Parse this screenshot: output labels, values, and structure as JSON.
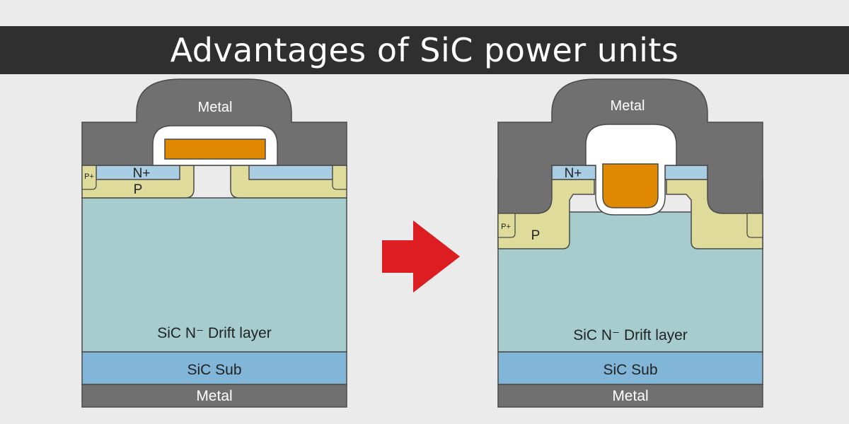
{
  "title": "Advantages of SiC power units",
  "colors": {
    "background": "#ebebeb",
    "banner": "#2f2f2f",
    "metal": "#707070",
    "oxide": "#ffffff",
    "gate": "#e08800",
    "n_plus": "#a9cde3",
    "p_region": "#dfdc9b",
    "drift": "#a6cccd",
    "substrate": "#82b6d8",
    "arrow": "#dc1e22",
    "outline": "#4a4a4a"
  },
  "planar": {
    "metal_top": "Metal",
    "n_plus": "N+",
    "p_plus": "P+",
    "p": "P",
    "drift": "SiC N⁻ Drift layer",
    "sub": "SiC Sub",
    "metal_bottom": "Metal"
  },
  "trench": {
    "metal_top": "Metal",
    "n_plus": "N+",
    "p_plus": "P+",
    "p": "P",
    "drift": "SiC N⁻ Drift layer",
    "sub": "SiC Sub",
    "metal_bottom": "Metal"
  },
  "arrow_icon": "right-arrow-icon"
}
